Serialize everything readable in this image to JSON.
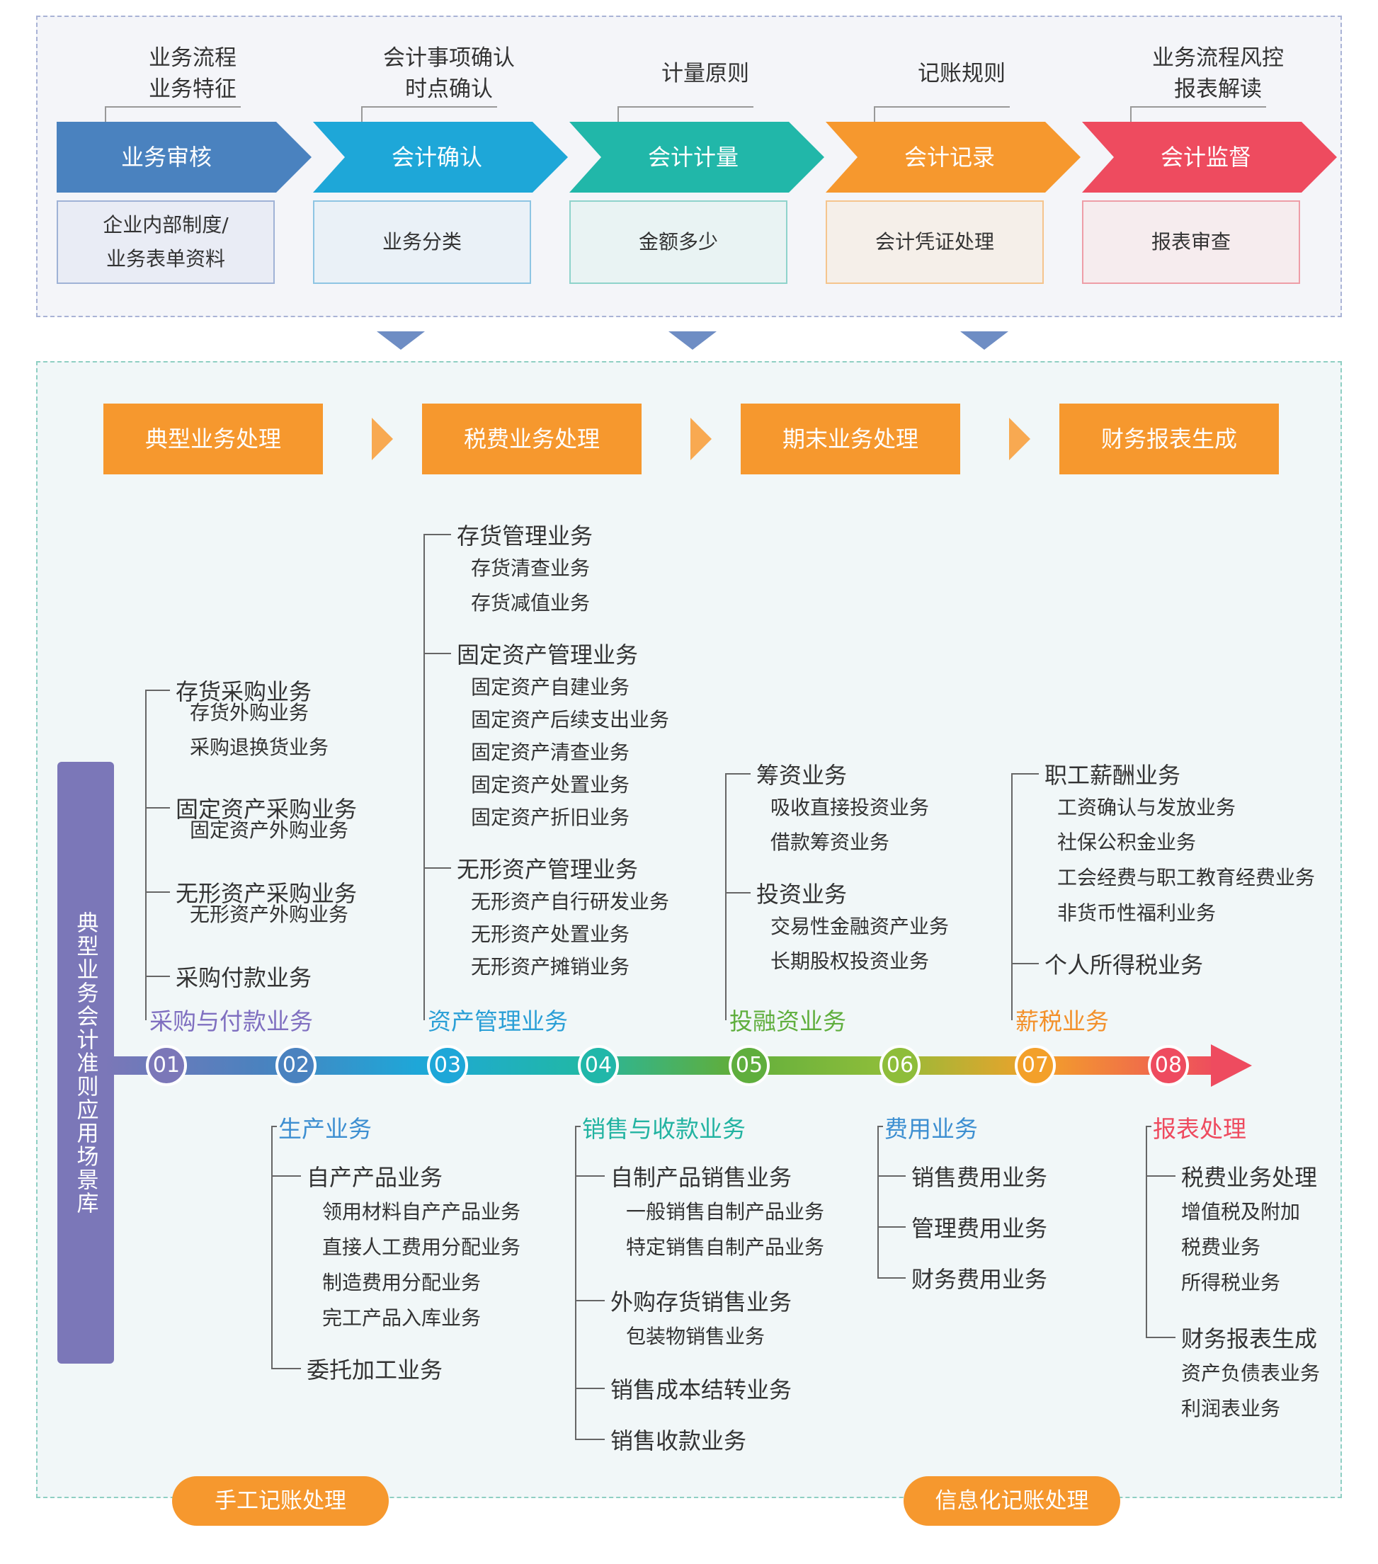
{
  "top_steps": [
    {
      "top_lines": [
        "业务流程",
        "业务特征"
      ],
      "label": "业务审核",
      "box_lines": [
        "企业内部制度/",
        "业务表单资料"
      ],
      "color": "#4a82bf",
      "box_bg": "#e9ecf5",
      "box_border": "#9fb2d6"
    },
    {
      "top_lines": [
        "会计事项确认",
        "时点确认"
      ],
      "label": "会计确认",
      "box_lines": [
        "业务分类"
      ],
      "color": "#1ea7d8",
      "box_bg": "#eaf1f7",
      "box_border": "#8ec5e3"
    },
    {
      "top_lines": [
        "计量原则"
      ],
      "label": "会计计量",
      "box_lines": [
        "金额多少"
      ],
      "color": "#21b7a9",
      "box_bg": "#e9f3f3",
      "box_border": "#8fd3cb"
    },
    {
      "top_lines": [
        "记账规则"
      ],
      "label": "会计记录",
      "box_lines": [
        "会计凭证处理"
      ],
      "color": "#f6982e",
      "box_bg": "#f5efe9",
      "box_border": "#f5c48d"
    },
    {
      "top_lines": [
        "业务流程风控",
        "报表解读"
      ],
      "label": "会计监督",
      "box_lines": [
        "报表审查"
      ],
      "color": "#ee4b5f",
      "box_bg": "#f6ecee",
      "box_border": "#ee9da7"
    }
  ],
  "flow": [
    "典型业务处理",
    "税费业务处理",
    "期末业务处理",
    "财务报表生成"
  ],
  "side_title": "典型业务会计准则应用场景库",
  "numbers": [
    "01",
    "02",
    "03",
    "04",
    "05",
    "06",
    "07",
    "08"
  ],
  "categories": {
    "c01": {
      "title": "采购与付款业务",
      "color": "#7f6fc0",
      "items": [
        {
          "label": "存货采购业务",
          "subs": [
            "存货外购业务",
            "采购退换货业务"
          ]
        },
        {
          "label": "固定资产采购业务",
          "subs": [
            "固定资产外购业务"
          ]
        },
        {
          "label": "无形资产采购业务",
          "subs": [
            "无形资产外购业务"
          ]
        },
        {
          "label": "采购付款业务",
          "subs": []
        }
      ]
    },
    "c02": {
      "title": "生产业务",
      "color": "#3d8fd1",
      "items": [
        {
          "label": "自产产品业务",
          "subs": [
            "领用材料自产产品业务",
            "直接人工费用分配业务",
            "制造费用分配业务",
            "完工产品入库业务"
          ]
        },
        {
          "label": "委托加工业务",
          "subs": []
        }
      ]
    },
    "c03": {
      "title": "资产管理业务",
      "color": "#2a9fd6",
      "items": [
        {
          "label": "存货管理业务",
          "subs": [
            "存货清查业务",
            "存货减值业务"
          ]
        },
        {
          "label": "固定资产管理业务",
          "subs": [
            "固定资产自建业务",
            "固定资产后续支出业务",
            "固定资产清查业务",
            "固定资产处置业务",
            "固定资产折旧业务"
          ]
        },
        {
          "label": "无形资产管理业务",
          "subs": [
            "无形资产自行研发业务",
            "无形资产处置业务",
            "无形资产摊销业务"
          ]
        }
      ]
    },
    "c04": {
      "title": "销售与收款业务",
      "color": "#22b3a1",
      "items": [
        {
          "label": "自制产品销售业务",
          "subs": [
            "一般销售自制产品业务",
            "特定销售自制产品业务"
          ]
        },
        {
          "label": "外购存货销售业务",
          "subs": [
            "包装物销售业务"
          ]
        },
        {
          "label": "销售成本结转业务",
          "subs": []
        },
        {
          "label": "销售收款业务",
          "subs": []
        }
      ]
    },
    "c05": {
      "title": "投融资业务",
      "color": "#5fae3d",
      "items": [
        {
          "label": "筹资业务",
          "subs": [
            "吸收直接投资业务",
            "借款筹资业务"
          ]
        },
        {
          "label": "投资业务",
          "subs": [
            "交易性金融资产业务",
            "长期股权投资业务"
          ]
        }
      ]
    },
    "c06": {
      "title": "费用业务",
      "color": "#3d8fd1",
      "items": [
        {
          "label": "销售费用业务",
          "subs": []
        },
        {
          "label": "管理费用业务",
          "subs": []
        },
        {
          "label": "财务费用业务",
          "subs": []
        }
      ]
    },
    "c07": {
      "title": "薪税业务",
      "color": "#f3902a",
      "items": [
        {
          "label": "职工薪酬业务",
          "subs": [
            "工资确认与发放业务",
            "社保公积金业务",
            "工会经费与职工教育经费业务",
            "非货币性福利业务"
          ]
        },
        {
          "label": "个人所得税业务",
          "subs": []
        }
      ]
    },
    "c08": {
      "title": "报表处理",
      "color": "#ee4b5f",
      "items": [
        {
          "label": "税费业务处理",
          "subs": [
            "增值税及附加",
            "税费业务",
            "所得税业务"
          ]
        },
        {
          "label": "财务报表生成",
          "subs": [
            "资产负债表业务",
            "利润表业务"
          ]
        }
      ]
    }
  },
  "bottom_pills": [
    "手工记账处理",
    "信息化记账处理"
  ],
  "axis_colors": [
    "#7b77b8",
    "#4a82bf",
    "#1ea7d8",
    "#21b7a9",
    "#5fae3d",
    "#8ebd3a",
    "#f3a02a",
    "#ee4b5f"
  ]
}
